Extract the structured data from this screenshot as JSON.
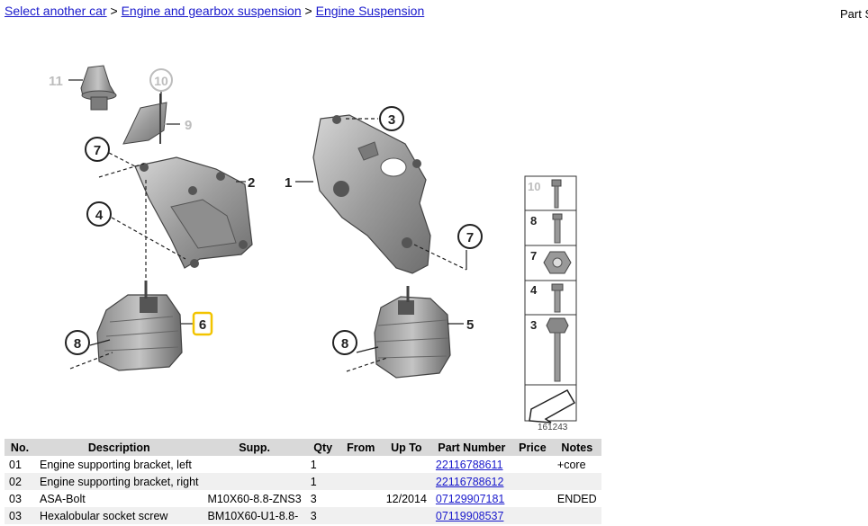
{
  "breadcrumb": {
    "link1": "Select another car",
    "sep1": " > ",
    "link2": "Engine and gearbox suspension",
    "sep2": " > ",
    "link3": "Engine Suspension"
  },
  "top_right": "Part S",
  "diagram": {
    "callouts": [
      "11",
      "10",
      "9",
      "7",
      "2",
      "4",
      "6",
      "8",
      "1",
      "3",
      "7",
      "5",
      "8"
    ],
    "legend_items": [
      "10",
      "8",
      "7",
      "4",
      "3"
    ],
    "image_number": "161243"
  },
  "table": {
    "headers": [
      "No.",
      "Description",
      "Supp.",
      "Qty",
      "From",
      "Up To",
      "Part Number",
      "Price",
      "Notes"
    ],
    "rows": [
      {
        "no": "01",
        "desc": "Engine supporting bracket, left",
        "supp": "",
        "qty": "1",
        "from": "",
        "upto": "",
        "pn": "22116788611",
        "price": "",
        "notes": "+core"
      },
      {
        "no": "02",
        "desc": "Engine supporting bracket, right",
        "supp": "",
        "qty": "1",
        "from": "",
        "upto": "",
        "pn": "22116788612",
        "price": "",
        "notes": ""
      },
      {
        "no": "03",
        "desc": "ASA-Bolt",
        "supp": "M10X60-8.8-ZNS3",
        "qty": "3",
        "from": "",
        "upto": "12/2014",
        "pn": "07129907181",
        "price": "",
        "notes": "ENDED"
      },
      {
        "no": "03",
        "desc": "Hexalobular socket screw",
        "supp": "BM10X60-U1-8.8-",
        "qty": "3",
        "from": "",
        "upto": "",
        "pn": "07119908537",
        "price": "",
        "notes": ""
      }
    ]
  },
  "colors": {
    "link": "#1a1acc",
    "header_bg": "#d9d9d9",
    "alt_row_bg": "#f0f0f0",
    "highlight": "#f2c400"
  }
}
